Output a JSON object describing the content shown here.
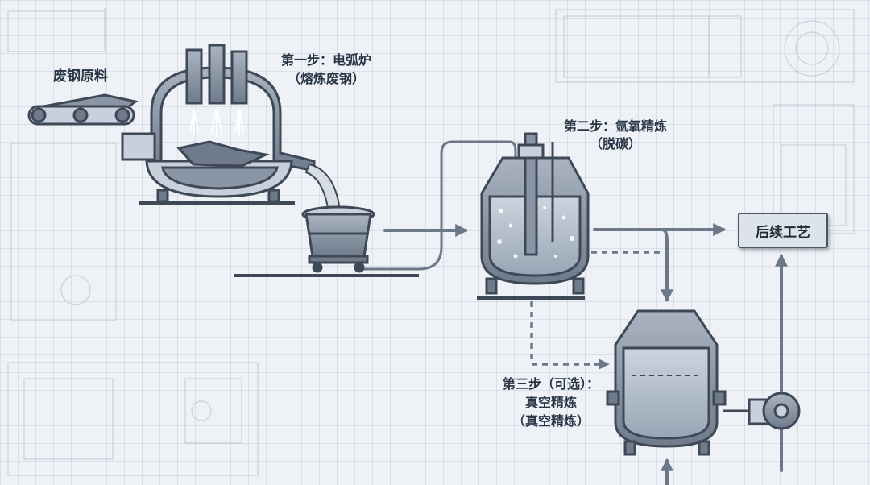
{
  "labels": {
    "scrap": "废钢原料",
    "step1_title": "第一步：电弧炉",
    "step1_sub": "（熔炼废钢）",
    "step2_title": "第二步：氩氧精炼",
    "step2_sub": "（脱碳）",
    "step3_line1": "第三步（可选）：",
    "step3_line2": "真空精炼",
    "step3_line3": "（真空精炼）",
    "next_process": "后续工艺"
  },
  "colors": {
    "outline": "#3e4856",
    "metal": "#8a96a6",
    "metal_light": "#c7d0db",
    "liquid": "#b4c0cd",
    "arrow": "#6c7888",
    "background": "#eef2f6"
  }
}
